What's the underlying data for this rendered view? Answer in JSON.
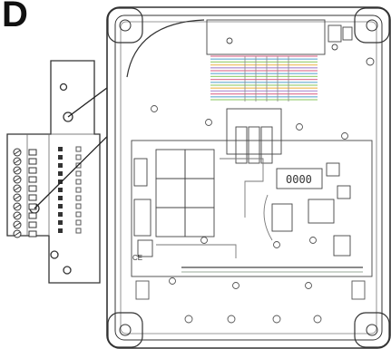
{
  "figure": {
    "panel_label": "D",
    "display_text": "0000",
    "ce_mark": "CE"
  },
  "colors": {
    "line": "#333333",
    "light_line": "#8a8a8a",
    "ribbon": [
      "#e07b9b",
      "#7fb8d8",
      "#9fd17a",
      "#f0c36a",
      "#b59ad6",
      "#e07b9b",
      "#7fb8d8",
      "#9fd17a"
    ],
    "background": "#ffffff"
  }
}
